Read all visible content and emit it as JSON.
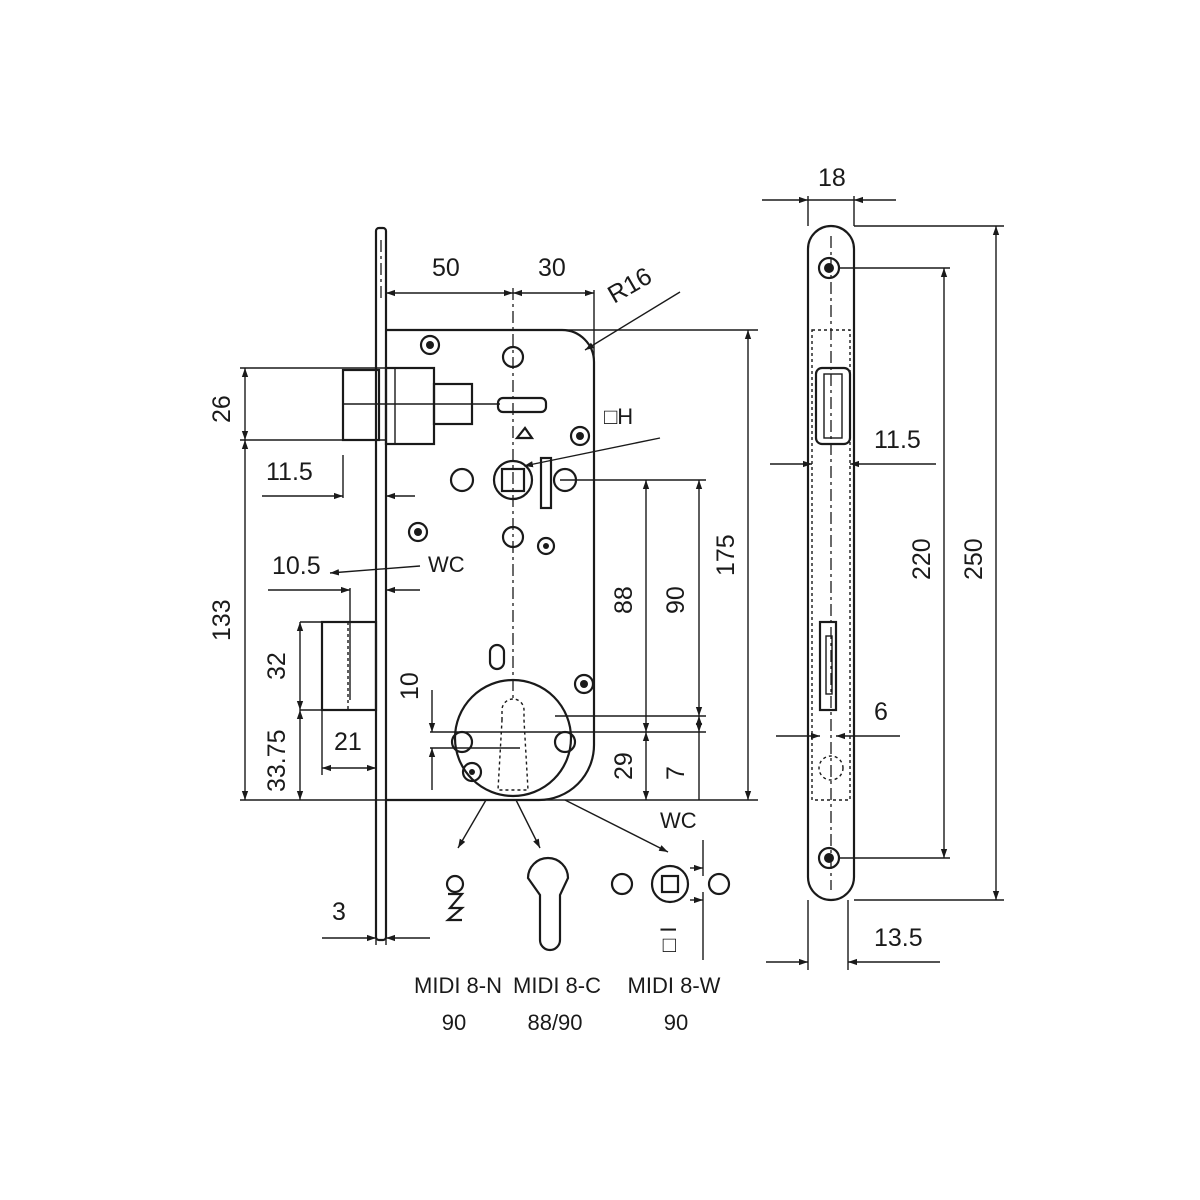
{
  "front_view": {
    "dim_backset": "50",
    "dim_30": "30",
    "dim_radius": "R16",
    "dim_26": "26",
    "dim_11_5": "11.5",
    "dim_10_5": "10.5",
    "label_wc_upper": "WC",
    "label_follower": "□H",
    "dim_133": "133",
    "dim_32": "32",
    "dim_33_75": "33.75",
    "dim_21": "21",
    "dim_10": "10",
    "dim_88": "88",
    "dim_90": "90",
    "dim_175": "175",
    "dim_29": "29",
    "dim_7": "7",
    "dim_3": "3",
    "label_wc_lower": "WC",
    "label_square": "□ I"
  },
  "variants": [
    {
      "name": "MIDI 8-N",
      "value": "90"
    },
    {
      "name": "MIDI 8-C",
      "value": "88/90"
    },
    {
      "name": "MIDI 8-W",
      "value": "90"
    }
  ],
  "side_view": {
    "dim_18": "18",
    "dim_11_5": "11.5",
    "dim_220": "220",
    "dim_250": "250",
    "dim_6": "6",
    "dim_13_5": "13.5"
  }
}
